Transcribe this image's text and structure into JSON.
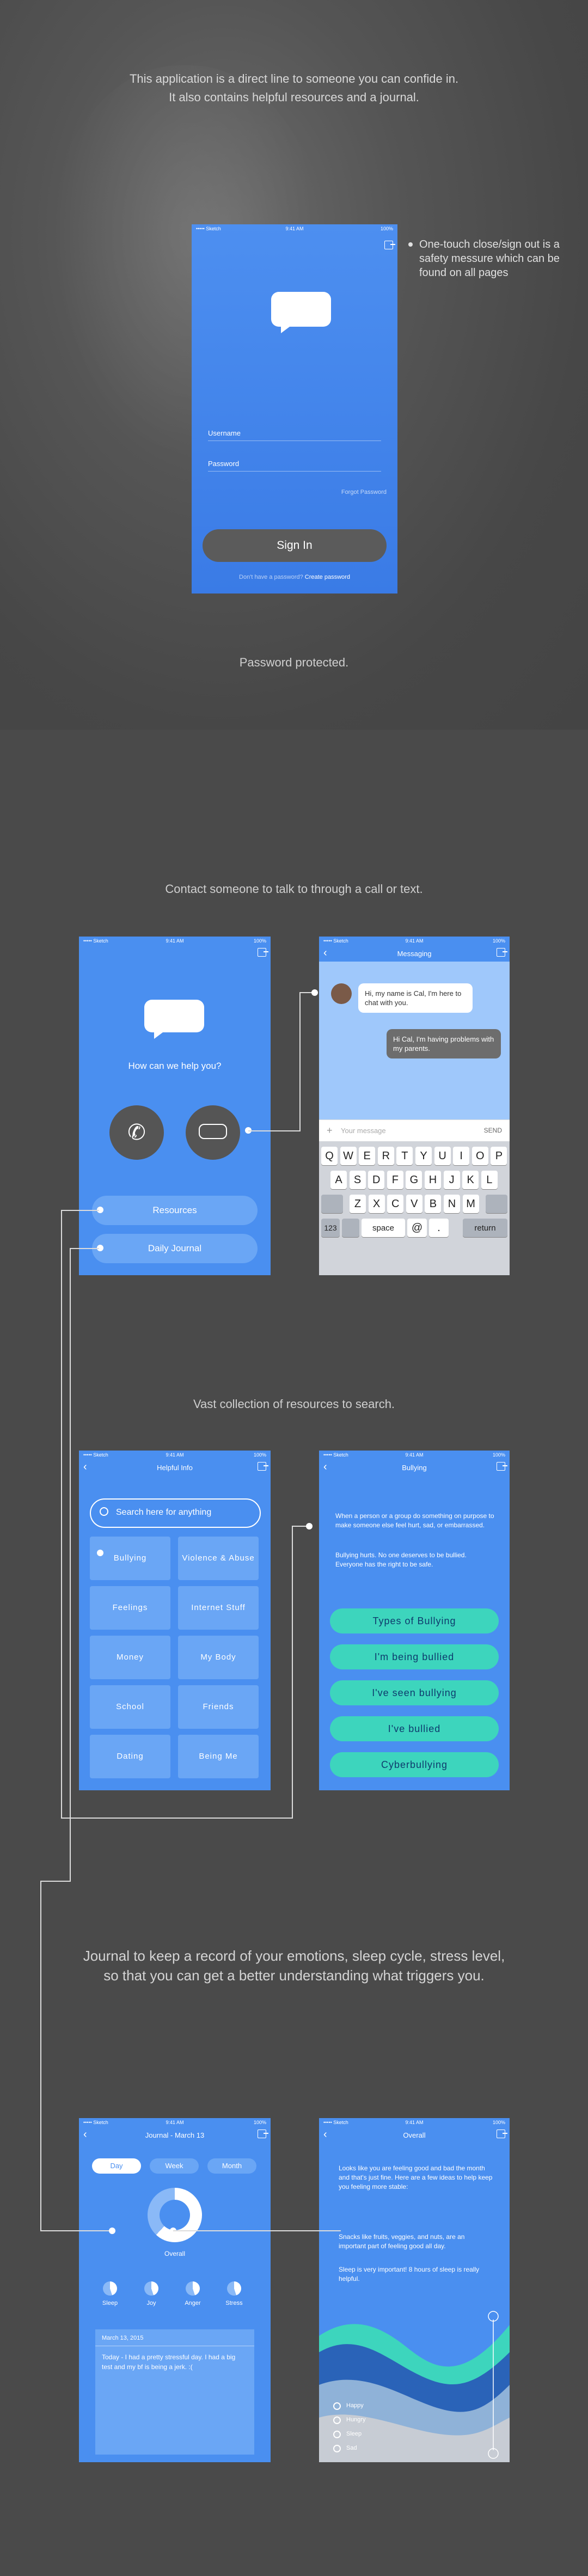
{
  "intro": {
    "line1": "This application is a direct line to someone you can confide in.",
    "line2": "It also contains helpful resources and a journal."
  },
  "status": {
    "carrier": "••••• Sketch",
    "time": "9:41 AM",
    "battery": "100%"
  },
  "login": {
    "username_label": "Username",
    "password_label": "Password",
    "forgot": "Forgot Password",
    "signin": "Sign In",
    "no_account": "Don't have a password?",
    "create": "Create password"
  },
  "note_one_touch": "One-touch close/sign out is a safety messure which can be found on all pages",
  "caption_password": "Password protected.",
  "caption_contact": "Contact someone to talk to through a call or text.",
  "home": {
    "question": "How can we help you?",
    "resources": "Resources",
    "journal": "Daily Journal"
  },
  "messaging": {
    "title": "Messaging",
    "msg1": "Hi, my name is Cal, I'm here to chat with you.",
    "msg2": "Hi Cal, I'm having problems with my parents.",
    "placeholder": "Your message",
    "send": "SEND"
  },
  "keyboard": {
    "row1": [
      "Q",
      "W",
      "E",
      "R",
      "T",
      "Y",
      "U",
      "I",
      "O",
      "P"
    ],
    "row2": [
      "A",
      "S",
      "D",
      "F",
      "G",
      "H",
      "J",
      "K",
      "L"
    ],
    "row3": [
      "Z",
      "X",
      "C",
      "V",
      "B",
      "N",
      "M"
    ],
    "num": "123",
    "space": "space",
    "at": "@",
    "dot": ".",
    "return": "return"
  },
  "caption_resources": "Vast collection of resources  to search.",
  "helpful": {
    "title": "Helpful Info",
    "search_placeholder": "Search here for anything",
    "tiles": [
      "Bullying",
      "Violence & Abuse",
      "Feelings",
      "Internet Stuff",
      "Money",
      "My Body",
      "School",
      "Friends",
      "Dating",
      "Being Me"
    ]
  },
  "bullying": {
    "title": "Bullying",
    "p1": "When a person or a group do something on purpose to make someone else feel hurt, sad, or embarrassed.",
    "p2": "Bullying hurts. No one deserves to be bullied. Everyone has the right to be safe.",
    "buttons": [
      "Types of Bullying",
      "I'm being bullied",
      "I've seen bullying",
      "I've bullied",
      "Cyberbullying"
    ]
  },
  "caption_journal_1": "Journal to keep a record of your emotions, sleep cycle, stress level,",
  "caption_journal_2": "so that you can get a better understanding what triggers you.",
  "journal": {
    "title": "Journal - March 13",
    "tabs": [
      "Day",
      "Week",
      "Month"
    ],
    "overall": "Overall",
    "metrics": [
      "Sleep",
      "Joy",
      "Anger",
      "Stress"
    ],
    "entry_date": "March 13, 2015",
    "entry_text": "Today - I had a pretty stressful day. I had a big test and my bf is being a jerk. :("
  },
  "overall": {
    "title": "Overall",
    "p1": "Looks like you are feeling good and bad the month and that's just fine. Here are a few ideas to help keep you feeling more stable:",
    "p2": "Snacks like fruits, veggies, and nuts, are an important part of feeling good all day.",
    "p3": "Sleep is very important! 8 hours of sleep is really helpful.",
    "legend": [
      "Happy",
      "Hungry",
      "Sleep",
      "Sad"
    ]
  }
}
